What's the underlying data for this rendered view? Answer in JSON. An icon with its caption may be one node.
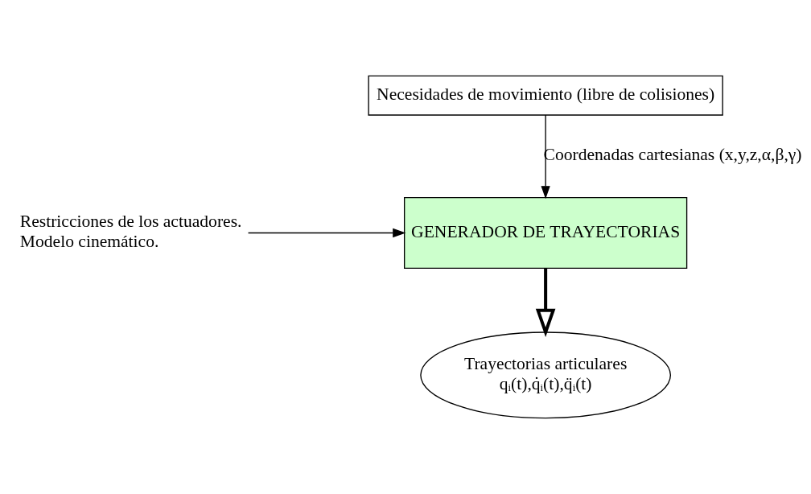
{
  "diagram": {
    "nodes": [
      {
        "text": [
          "Necesidades de movimiento (libre de colisiones)"
        ]
      },
      {
        "text": [
          "Restricciones de los actuadores.",
          "Modelo cinemático."
        ]
      },
      {
        "text": [
          "GENERADOR DE TRAYECTORIAS"
        ]
      },
      {
        "text": [
          "Trayectorias articulares",
          "qᵢ(t),q̇ᵢ(t),q̈ᵢ(t)"
        ]
      }
    ],
    "edges": [
      {
        "from": 0,
        "to": 2,
        "arrow": "to",
        "label": "Coordenadas cartesianas (x,y,z,α,β,γ)"
      },
      {
        "from": 1,
        "to": 2,
        "arrow": "to"
      },
      {
        "from": 2,
        "to": 3,
        "arrow": "to",
        "style": "thick"
      }
    ]
  }
}
